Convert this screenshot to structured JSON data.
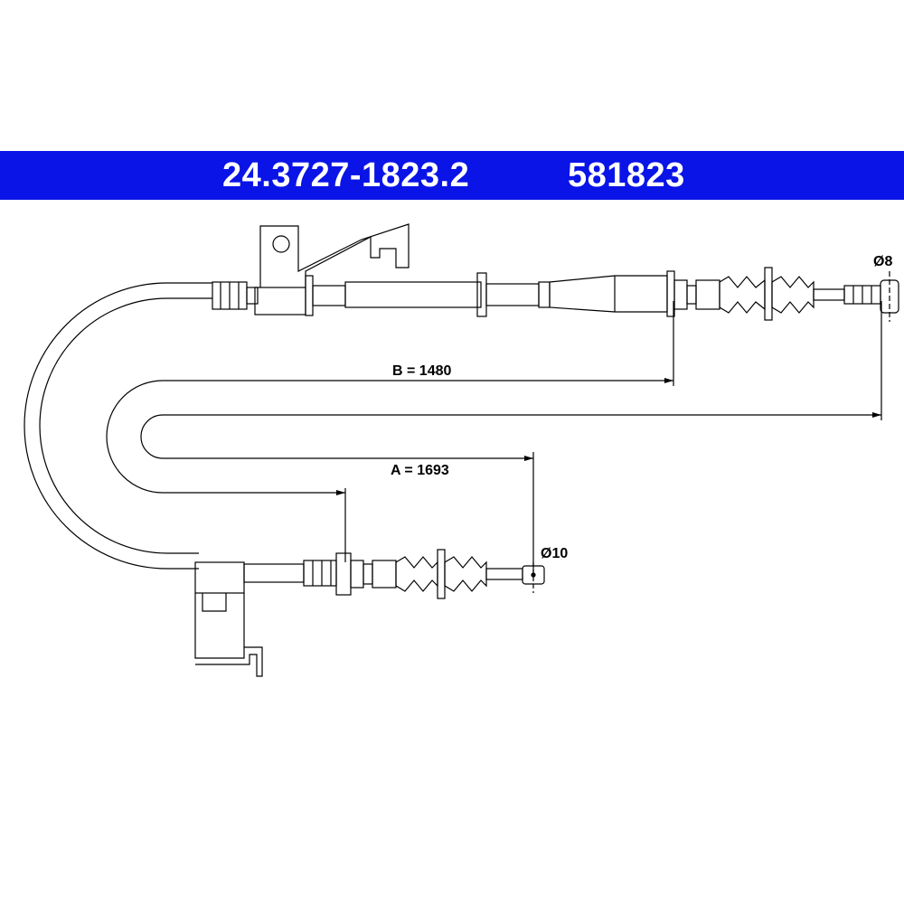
{
  "header": {
    "part_number": "24.3727-1823.2",
    "reference_number": "581823",
    "background_color": "#0a14e6",
    "text_color": "#ffffff"
  },
  "dimensions": {
    "length_b": "B = 1480",
    "length_a": "A = 1693",
    "diameter_right_end": "Ø8",
    "diameter_bottom_end": "Ø10"
  },
  "colors": {
    "line": "#000000",
    "background": "#ffffff"
  }
}
